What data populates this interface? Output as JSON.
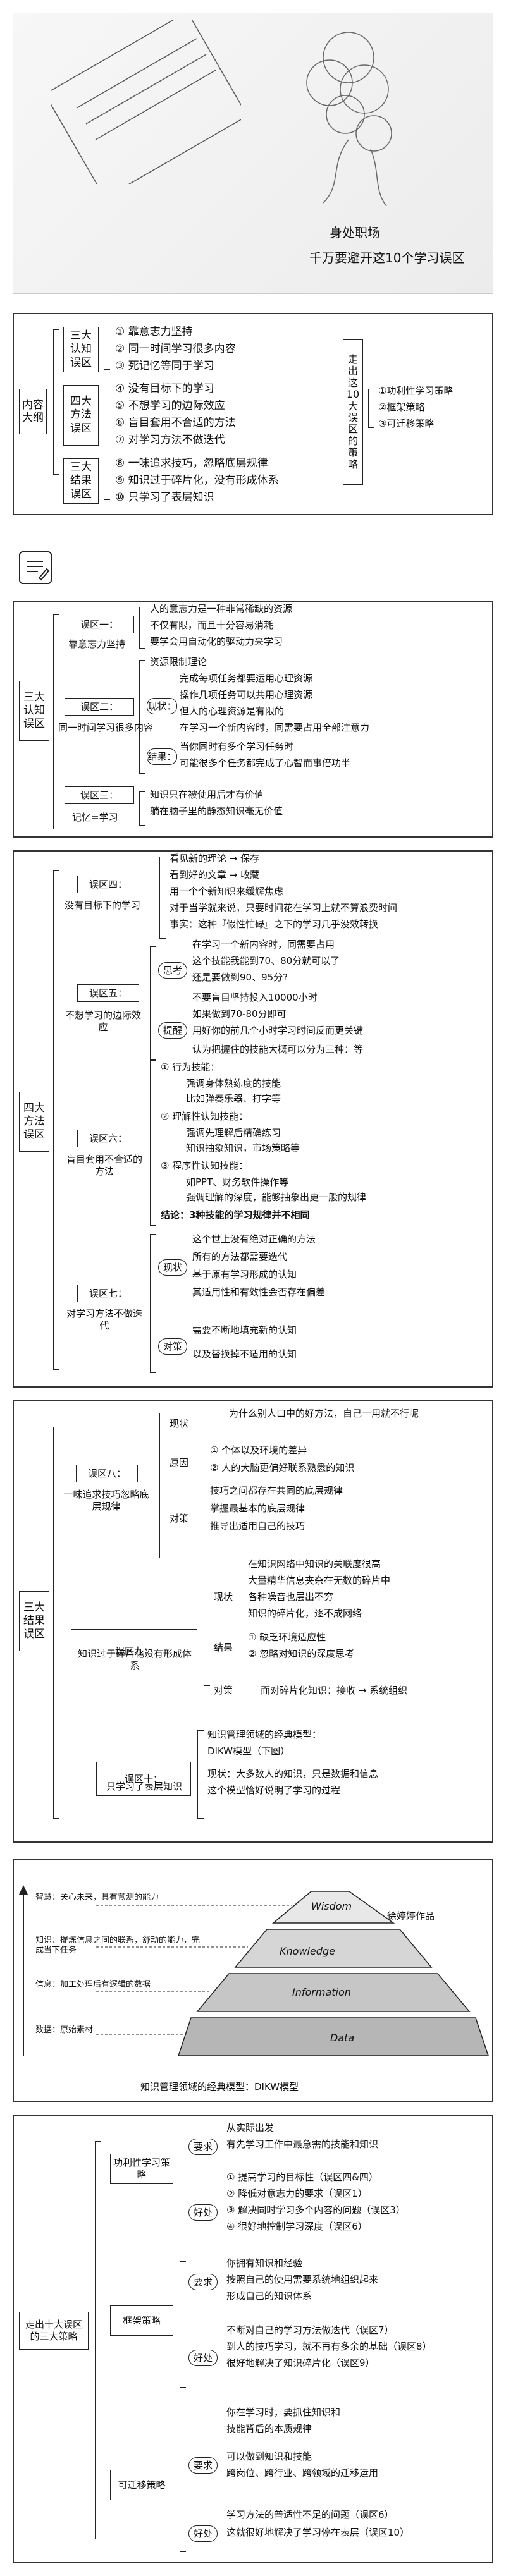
{
  "header": {
    "caption_line1": "身处职场",
    "caption_line2": "千万要避开这10个学习误区"
  },
  "overview": {
    "title": "内容大纲",
    "groups": [
      {
        "name": "三大认知误区",
        "items": [
          "① 靠意志力坚持",
          "② 同一时间学习很多内容",
          "③ 死记忆等同于学习"
        ]
      },
      {
        "name": "四大方法误区",
        "items": [
          "④ 没有目标下的学习",
          "⑤ 不想学习的边际效应",
          "⑥ 盲目套用不合适的方法",
          "⑦ 对学习方法不做迭代"
        ]
      },
      {
        "name": "三大结果误区",
        "items": [
          "⑧ 一味追求技巧，忽略底层规律",
          "⑨ 知识过于碎片化，没有形成体系",
          "⑩ 只学习了表层知识"
        ]
      }
    ],
    "strategy_title": "走出这10大误区的策略",
    "strategies": [
      "①功利性学习策略",
      "②框架策略",
      "③可迁移策略"
    ]
  },
  "section_icon": "notepad-icon",
  "cognitive": {
    "title": "三大认知误区",
    "e1": {
      "name": "误区一：",
      "sub": "靠意志力坚持",
      "lines": [
        "人的意志力是一种非常稀缺的资源",
        "不仅有限，而且十分容易消耗",
        "要学会用自动化的驱动力来学习"
      ]
    },
    "e2": {
      "name": "误区二：",
      "sub": "同一时间学习很多内容",
      "lines": [
        "资源限制理论",
        "完成每项任务都要运用心理资源",
        "操作几项任务可以共用心理资源",
        "但人的心理资源是有限的",
        "在学习一个新内容时，同需要占用全部注意力"
      ],
      "tags": [
        "现状：",
        "结果："
      ],
      "result_lines": [
        "当你同时有多个学习任务时",
        "可能很多个任务都完成了心智而事倍功半"
      ]
    },
    "e3": {
      "name": "误区三：",
      "sub": "记忆=学习",
      "lines": [
        "知识只在被使用后才有价值",
        "躺在脑子里的静态知识毫无价值"
      ]
    }
  },
  "method": {
    "title": "四大方法误区",
    "e4": {
      "name": "误区四：",
      "sub": "没有目标下的学习",
      "lines": [
        "看见新的理论 → 保存",
        "看到好的文章 → 收藏",
        "用一个个新知识来缓解焦虑",
        "对于当学就来说，只要时间花在学习上就不算浪费时间",
        "事实：这种『假性忙碌』之下的学习几乎没效转换"
      ]
    },
    "e5": {
      "name": "误区五：",
      "sub": "不想学习的边际效应",
      "tags": [
        "思考",
        "提醒"
      ],
      "lines": [
        "在学习一个新内容时，同需要占用",
        "这个技能我能到70、80分就可以了",
        "还是要做到90、95分?",
        "不要盲目坚持投入10000小时",
        "如果做到70-80分即可",
        "用好你的前几个小时学习时间反而更关键",
        "认为把握住的技能大概可以分为三种：等"
      ]
    },
    "e6": {
      "name": "误区六：",
      "sub": "盲目套用不合适的方法",
      "lines": [
        "① 行为技能：",
        "强调身体熟练度的技能",
        "比如弹奏乐器、打字等",
        "② 理解性认知技能：",
        "强调先理解后精确练习",
        "知识抽象知识，市场策略等",
        "③ 程序性认知技能：",
        "如PPT、财务软件操作等",
        "强调理解的深度，能够抽象出更一般的规律",
        "结论：3种技能的学习规律并不相同"
      ]
    },
    "e7": {
      "name": "误区七：",
      "sub": "对学习方法不做迭代",
      "tags": [
        "现状",
        "对策"
      ],
      "lines": [
        "这个世上没有绝对正确的方法",
        "所有的方法都需要迭代",
        "基于原有学习形成的认知",
        "其适用性和有效性会否存在偏差",
        "需要不断地填充新的认知",
        "以及替换掉不适用的认知"
      ]
    }
  },
  "result": {
    "title": "三大结果误区",
    "e8": {
      "name": "误区八：",
      "sub": "一味追求技巧忽略底层规律",
      "tags": [
        "现状",
        "原因",
        "对策"
      ],
      "lines": [
        "为什么别人口中的好方法，自己一用就不行呢",
        "① 个体以及环境的差异",
        "② 人的大脑更偏好联系熟悉的知识",
        "技巧之间都存在共同的底层规律",
        "掌握最基本的底层规律",
        "推导出适用自己的技巧"
      ]
    },
    "e9": {
      "name": "误区九：",
      "sub": "知识过于碎片化没有形成体系",
      "tags": [
        "现状",
        "结果",
        "对策"
      ],
      "lines": [
        "在知识网络中知识的关联度很高",
        "大量精华信息夹杂在无数的碎片中",
        "各种噪音也层出不穷",
        "知识的碎片化，逐不成网络",
        "① 缺乏环境适应性",
        "② 忽略对知识的深度思考",
        "面对碎片化知识：接收 → 系统组织"
      ]
    },
    "e10": {
      "name": "误区十：",
      "sub": "只学习了表层知识",
      "lines": [
        "知识管理领域的经典模型：",
        "DIKW模型（下图）",
        "现状：大多数人的知识，只是数据和信息",
        "这个模型恰好说明了学习的过程"
      ]
    }
  },
  "dikw": {
    "author": "徐婷婷作品",
    "labels": [
      "Wisdom",
      "Knowledge",
      "Information",
      "Data"
    ],
    "notes": [
      "智慧：关心未来，具有预测的能力",
      "知识：提炼信息之间的联系，舒动的能力，完成当下任务",
      "信息：加工处理后有逻辑的数据",
      "数据：原始素材"
    ],
    "caption": "知识管理领域的经典模型：DIKW模型"
  },
  "strategy": {
    "title": "走出十大误区的三大策略",
    "s1": {
      "name": "功利性学习策略",
      "tags": [
        "要求",
        "好处"
      ],
      "lines": [
        "从实际出发",
        "有先学习工作中最急需的技能和知识",
        "① 提高学习的目标性（误区四&四）",
        "② 降低对意志力的要求（误区1）",
        "③ 解决同时学习多个内容的问题（误区3）",
        "④ 很好地控制学习深度（误区6）"
      ]
    },
    "s2": {
      "name": "框架策略",
      "tags": [
        "要求",
        "好处"
      ],
      "lines": [
        "你拥有知识和经验",
        "按照自己的使用需要系统地组织起来",
        "形成自己的知识体系",
        "不断对自己的学习方法做迭代（误区7）",
        "到人的技巧学习，就不再有多余的基础（误区8）",
        "很好地解决了知识碎片化（误区9）"
      ]
    },
    "s3": {
      "name": "可迁移策略",
      "tags": [
        "要求",
        "好处"
      ],
      "lines": [
        "你在学习时，要抓住知识和",
        "技能背后的本质规律",
        "可以做到知识和技能",
        "跨岗位、跨行业、跨领域的迁移运用",
        "学习方法的普适性不足的问题（误区6）",
        "这就很好地解决了学习停在表层（误区10）"
      ]
    }
  }
}
